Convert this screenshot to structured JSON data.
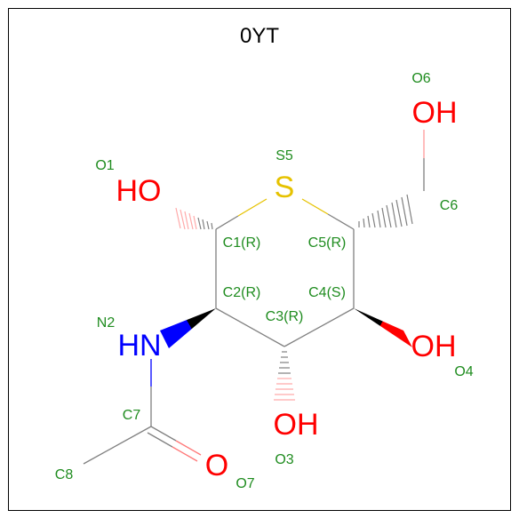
{
  "title": "0YT",
  "colors": {
    "carbon_bond": "#808080",
    "oxygen": "#ff0000",
    "nitrogen": "#0000ff",
    "sulfur": "#e6c200",
    "label": "#1f8c1f",
    "wedge_black": "#000000"
  },
  "atoms": {
    "HO_left": "HO",
    "S_ring": "S",
    "OH_top": "OH",
    "HN": "HN",
    "OH_right": "OH",
    "OH_bottom": "OH",
    "O_carbonyl": "O"
  },
  "labels": {
    "O1": "O1",
    "S5": "S5",
    "O6": "O6",
    "C6": "C6",
    "C1": "C1(R)",
    "C5": "C5(R)",
    "C2": "C2(R)",
    "C4": "C4(S)",
    "C3": "C3(R)",
    "N2": "N2",
    "O4": "O4",
    "C7": "C7",
    "C8": "C8",
    "O3": "O3",
    "O7": "O7"
  }
}
